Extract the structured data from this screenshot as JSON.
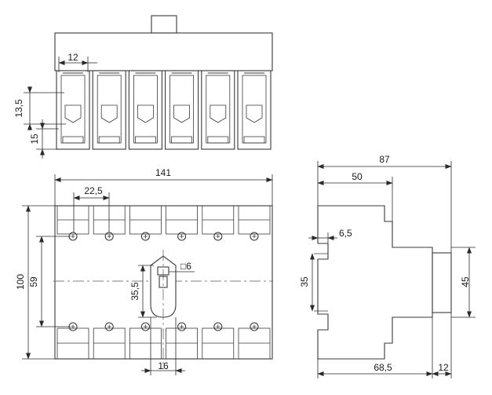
{
  "dimensions": {
    "top_terminal_width": "12",
    "top_height_13_5": "13,5",
    "top_height_15": "15",
    "front_width": "141",
    "front_pitch": "22,5",
    "front_height_100": "100",
    "front_height_59": "59",
    "front_handle_35_5": "35,5",
    "front_square_6": "□6",
    "front_handle_16": "16",
    "side_depth_87": "87",
    "side_depth_50": "50",
    "side_6_5": "6,5",
    "side_rail_35": "35",
    "side_height_45": "45",
    "side_depth_68_5": "68,5",
    "side_depth_12": "12"
  },
  "colors": {
    "line": "#3a3a3a",
    "text": "#1a1a1a",
    "background": "#ffffff"
  }
}
